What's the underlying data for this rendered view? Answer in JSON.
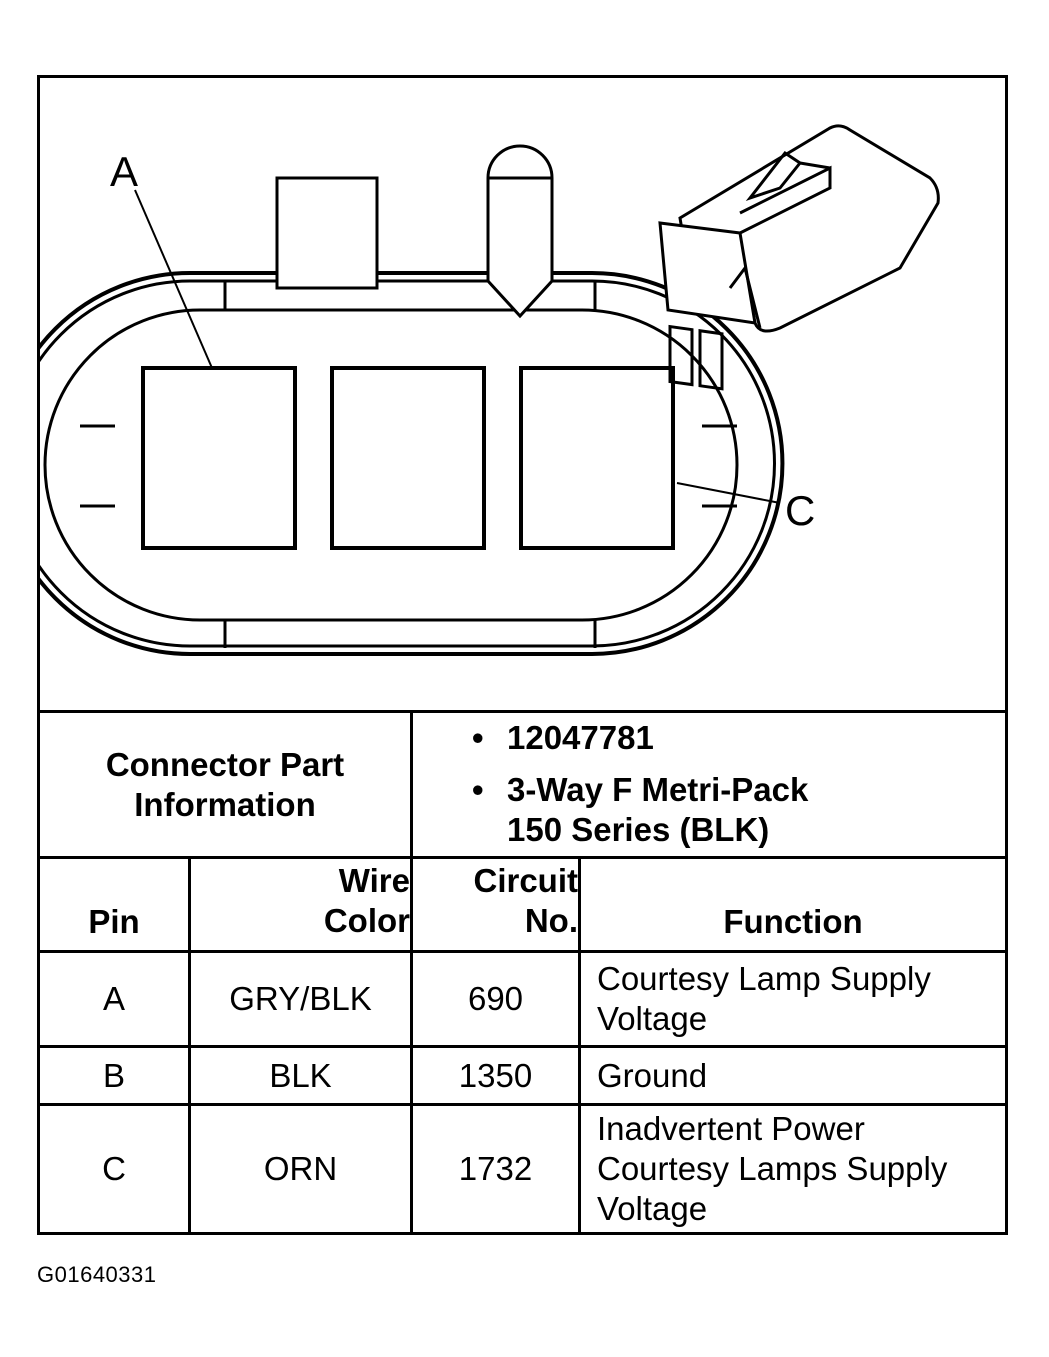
{
  "diagram": {
    "pin_labels": {
      "a": "A",
      "c": "C"
    }
  },
  "part_info": {
    "label_line1": "Connector Part",
    "label_line2": "Information",
    "bullet": "•",
    "part_number": "12047781",
    "description_line1": "3-Way F Metri-Pack",
    "description_line2": "150 Series (BLK)"
  },
  "table": {
    "headers": {
      "pin": "Pin",
      "wire_color_line1": "Wire",
      "wire_color_line2": "Color",
      "circuit_line1": "Circuit",
      "circuit_line2": "No.",
      "function": "Function"
    },
    "rows": [
      {
        "pin": "A",
        "wire_color": "GRY/BLK",
        "circuit": "690",
        "function_lines": [
          "Courtesy Lamp Supply",
          "Voltage"
        ]
      },
      {
        "pin": "B",
        "wire_color": "BLK",
        "circuit": "1350",
        "function_lines": [
          "Ground"
        ]
      },
      {
        "pin": "C",
        "wire_color": "ORN",
        "circuit": "1732",
        "function_lines": [
          "Inadvertent Power",
          "Courtesy Lamps Supply",
          "Voltage"
        ]
      }
    ]
  },
  "figure_id": "G01640331"
}
